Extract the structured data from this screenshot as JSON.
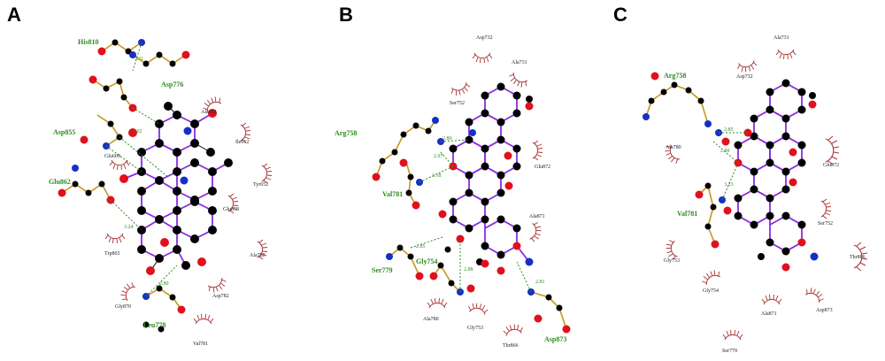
{
  "panels": {
    "a": {
      "letter": "A",
      "hbond_residues": [
        "His810",
        "Asp776",
        "Asp855",
        "Glu862",
        "Leu778"
      ],
      "hydrophobic_residues": [
        "Ala653",
        "Ile612",
        "Glu609",
        "Tyr652",
        "Glu858",
        "Trp865",
        "Ala780",
        "Asp782",
        "Gly870",
        "Val781"
      ],
      "distances": [
        "3.11",
        "3.02",
        "3.24",
        "2.80"
      ]
    },
    "b": {
      "letter": "B",
      "hbond_residues": [
        "Arg758",
        "Val781",
        "Gly754",
        "Ser779",
        "Asp873"
      ],
      "hydrophobic_residues": [
        "Asp732",
        "Ala731",
        "Ser752",
        "Glu872",
        "Ala871",
        "Ala780",
        "Gly753",
        "Thr866"
      ],
      "distances": [
        "2.80",
        "2.97",
        "3.18",
        "2.85",
        "2.88",
        "2.81"
      ]
    },
    "c": {
      "letter": "C",
      "hbond_residues": [
        "Arg758",
        "Val781"
      ],
      "hydrophobic_residues": [
        "Ala731",
        "Asp732",
        "Ala780",
        "Glu872",
        "Ser752",
        "Thr866",
        "Gly753",
        "Gly754",
        "Ala871",
        "Asp873",
        "Ser779"
      ],
      "distances": [
        "2.85",
        "2.99",
        "3.23"
      ]
    }
  },
  "colors": {
    "hbond_label": "#2e8b1e",
    "hydrophobic_arc": "#a83232",
    "ligand_bond": "#8a2be2",
    "residue_bond": "#c8961e",
    "carbon": "#000000",
    "oxygen": "#e0101c",
    "nitrogen": "#1530c8"
  }
}
